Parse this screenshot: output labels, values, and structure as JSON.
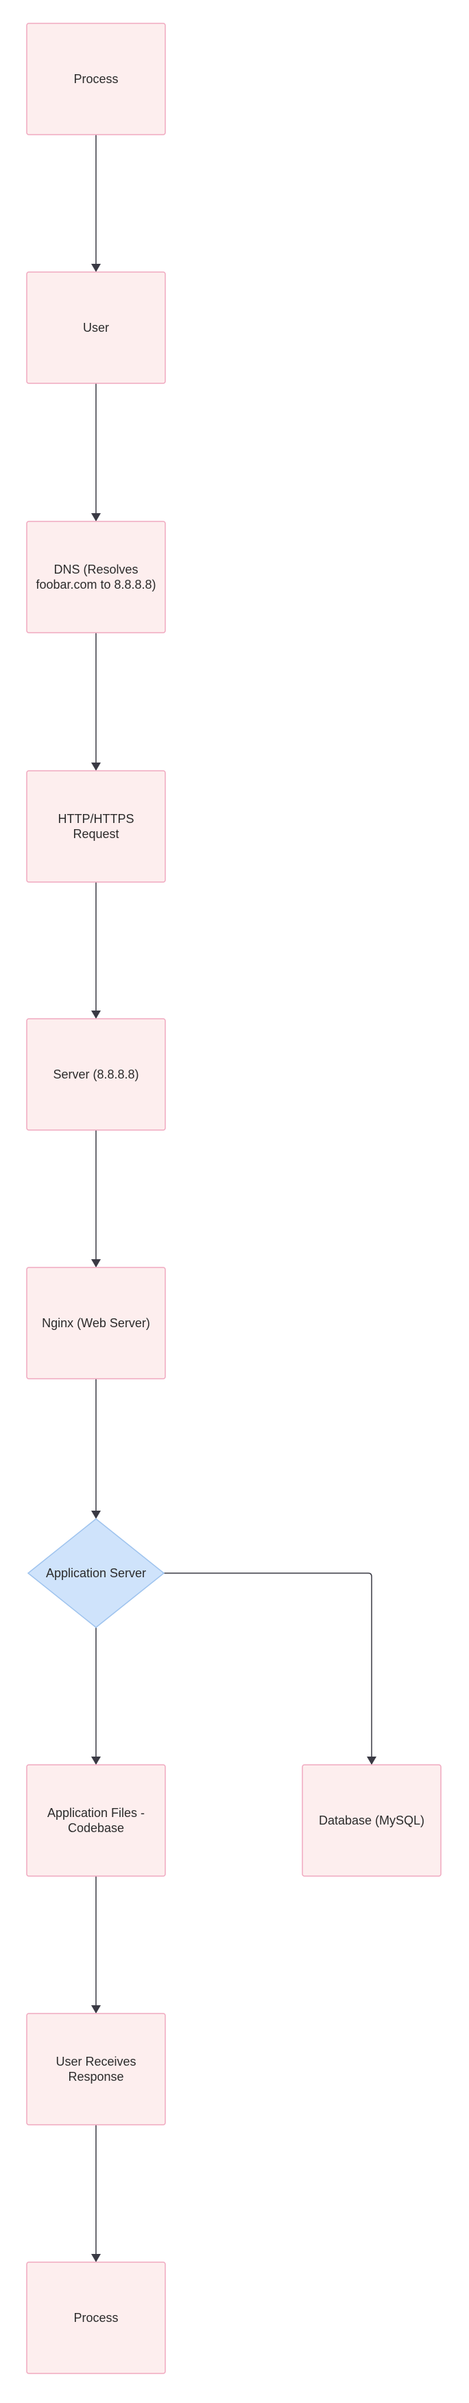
{
  "diagram": {
    "type": "flowchart",
    "colors": {
      "process_fill": "#fdeeee",
      "process_stroke": "#f0a8bf",
      "decision_fill": "#cfe3fb",
      "decision_stroke": "#9ec3ee",
      "edge": "#3a3a44"
    },
    "nodes": [
      {
        "id": "process-start",
        "shape": "process",
        "lines": [
          "Process"
        ]
      },
      {
        "id": "user",
        "shape": "process",
        "lines": [
          "User"
        ]
      },
      {
        "id": "dns",
        "shape": "process",
        "lines": [
          "DNS (Resolves",
          "foobar.com to 8.8.8.8)"
        ]
      },
      {
        "id": "http-request",
        "shape": "process",
        "lines": [
          "HTTP/HTTPS",
          "Request"
        ]
      },
      {
        "id": "server",
        "shape": "process",
        "lines": [
          "Server (8.8.8.8)"
        ]
      },
      {
        "id": "nginx",
        "shape": "process",
        "lines": [
          "Nginx (Web Server)"
        ]
      },
      {
        "id": "app-server",
        "shape": "decision",
        "lines": [
          "Application Server"
        ]
      },
      {
        "id": "app-files",
        "shape": "process",
        "lines": [
          "Application Files -",
          "Codebase"
        ]
      },
      {
        "id": "database",
        "shape": "process",
        "lines": [
          "Database (MySQL)"
        ]
      },
      {
        "id": "user-response",
        "shape": "process",
        "lines": [
          "User Receives",
          "Response"
        ]
      },
      {
        "id": "process-end",
        "shape": "process",
        "lines": [
          "Process"
        ]
      }
    ],
    "edges": [
      {
        "from": "process-start",
        "to": "user"
      },
      {
        "from": "user",
        "to": "dns"
      },
      {
        "from": "dns",
        "to": "http-request"
      },
      {
        "from": "http-request",
        "to": "server"
      },
      {
        "from": "server",
        "to": "nginx"
      },
      {
        "from": "nginx",
        "to": "app-server"
      },
      {
        "from": "app-server",
        "to": "app-files"
      },
      {
        "from": "app-server",
        "to": "database"
      },
      {
        "from": "app-files",
        "to": "user-response"
      },
      {
        "from": "user-response",
        "to": "process-end"
      }
    ]
  }
}
